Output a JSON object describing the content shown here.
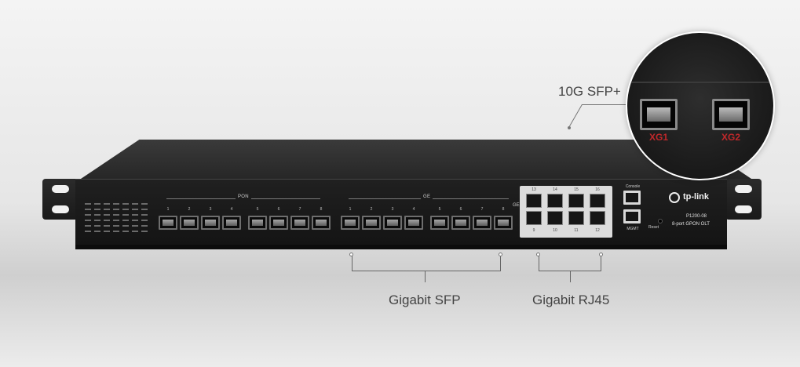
{
  "device": {
    "brand": "tp-link",
    "model": "P1200-08",
    "description": "8-port GPON OLT",
    "groups": {
      "pon_label": "PON",
      "ge_label": "GE",
      "ge_side_label": "GE"
    },
    "pon_ports": [
      "1",
      "2",
      "3",
      "4",
      "5",
      "6",
      "7",
      "8"
    ],
    "ge_ports": [
      "1",
      "2",
      "3",
      "4",
      "5",
      "6",
      "7",
      "8"
    ],
    "rj45_top_labels": [
      "13",
      "14",
      "15",
      "16"
    ],
    "rj45_bottom_labels": [
      "9",
      "10",
      "11",
      "12"
    ],
    "console_label": "Console",
    "mgmt_label": "MGMT",
    "reset_label": "Reset"
  },
  "callouts": {
    "ten_g": "10G SFP+",
    "gigabit_sfp": "Gigabit SFP",
    "gigabit_rj45": "Gigabit RJ45"
  },
  "zoom": {
    "xg1": "XG1",
    "xg2": "XG2"
  },
  "colors": {
    "panel": "#1a1a1a",
    "port_label_red": "#c0282a",
    "background": "#e6e6e6"
  }
}
